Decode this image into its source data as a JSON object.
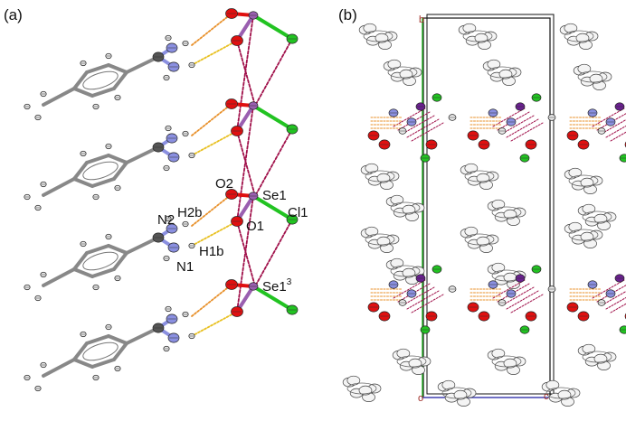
{
  "panels": {
    "a": {
      "label": "(a)"
    },
    "b": {
      "label": "(b)"
    }
  },
  "atom_labels": {
    "o2": "O2",
    "se1": "Se1",
    "n2": "N2",
    "h2b": "H2b",
    "o1": "O1",
    "cl1": "Cl1",
    "h1b": "H1b",
    "n1": "N1",
    "se1_sym": "Se1",
    "se1_sym_sup": "3"
  },
  "axis_labels": {
    "b": "b",
    "origin": "o",
    "c": "c"
  },
  "colors": {
    "oxygen": "#e01010",
    "selenium": "#9a5fb0",
    "chlorine": "#22c322",
    "nitrogen": "#8a8fe0",
    "carbon": "#555555",
    "hydrogen": "#e8e8e8",
    "hbond_orange": "#e8902a",
    "hbond_yellow": "#e8c020",
    "se_contact": "#a0104a"
  }
}
